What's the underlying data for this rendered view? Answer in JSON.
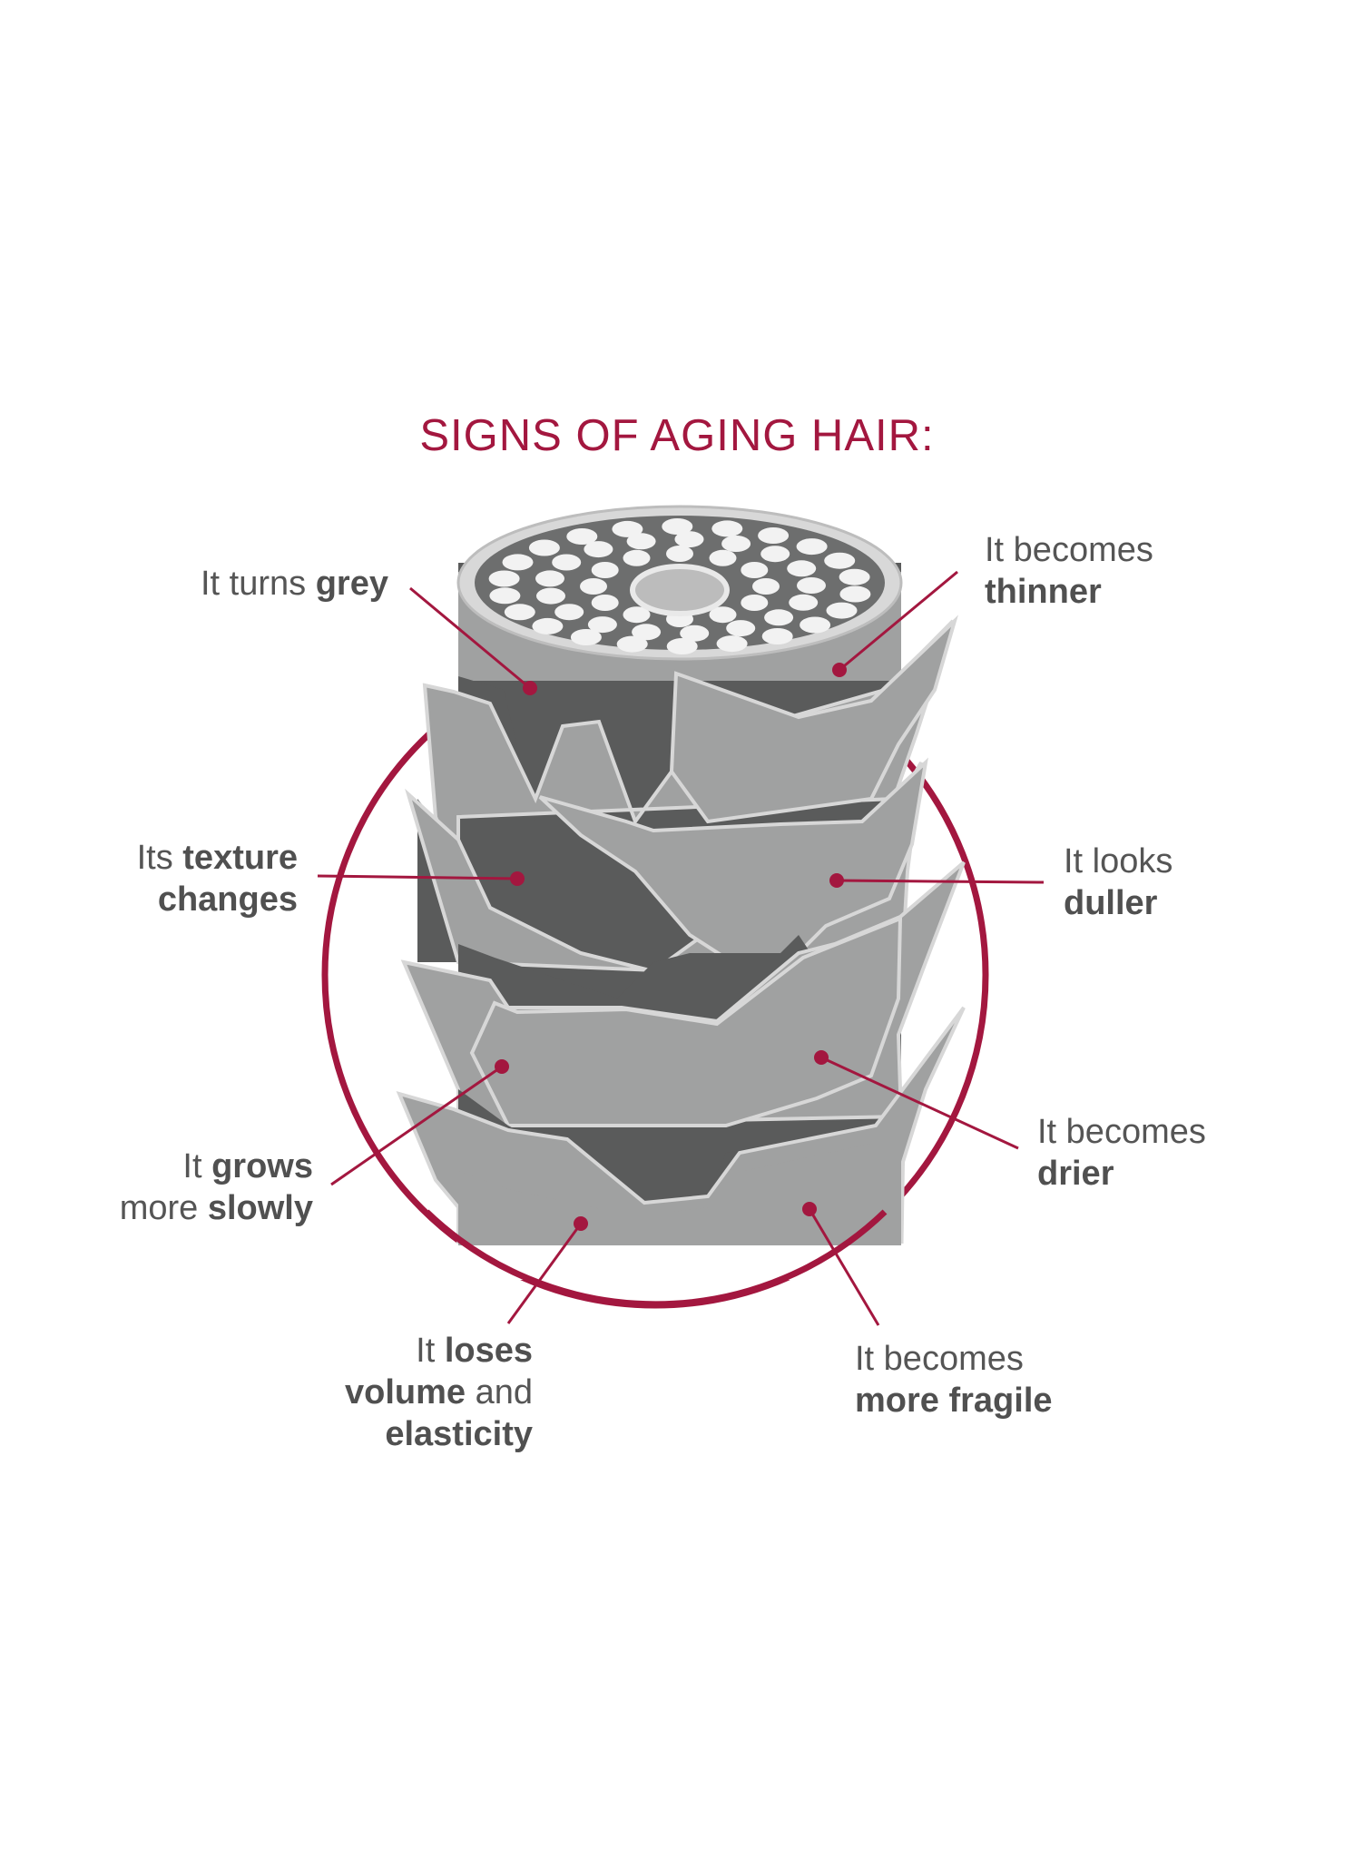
{
  "title": "SIGNS OF AGING HAIR:",
  "colors": {
    "accent": "#a3173f",
    "scale": "#a0a1a1",
    "scale_shadow": "#5a5b5b",
    "cuticle_edge": "#d7d7d7",
    "text": "#555555"
  },
  "labels": {
    "grey": {
      "l1a": "It turns ",
      "l1b": "grey"
    },
    "thinner": {
      "l1": "It becomes",
      "l2": "thinner"
    },
    "texture": {
      "l1a": "Its ",
      "l1b": "texture",
      "l2": "changes"
    },
    "duller": {
      "l1": "It looks",
      "l2": "duller"
    },
    "slowly": {
      "l1a": "It ",
      "l1b": "grows",
      "l2a": "more ",
      "l2b": "slowly"
    },
    "drier": {
      "l1": "It becomes",
      "l2": "drier"
    },
    "volume": {
      "l1a": "It ",
      "l1b": "loses",
      "l2a": "volume",
      "l2b": " and",
      "l3": "elasticity"
    },
    "fragile": {
      "l1": "It becomes",
      "l2": "more fragile"
    }
  }
}
